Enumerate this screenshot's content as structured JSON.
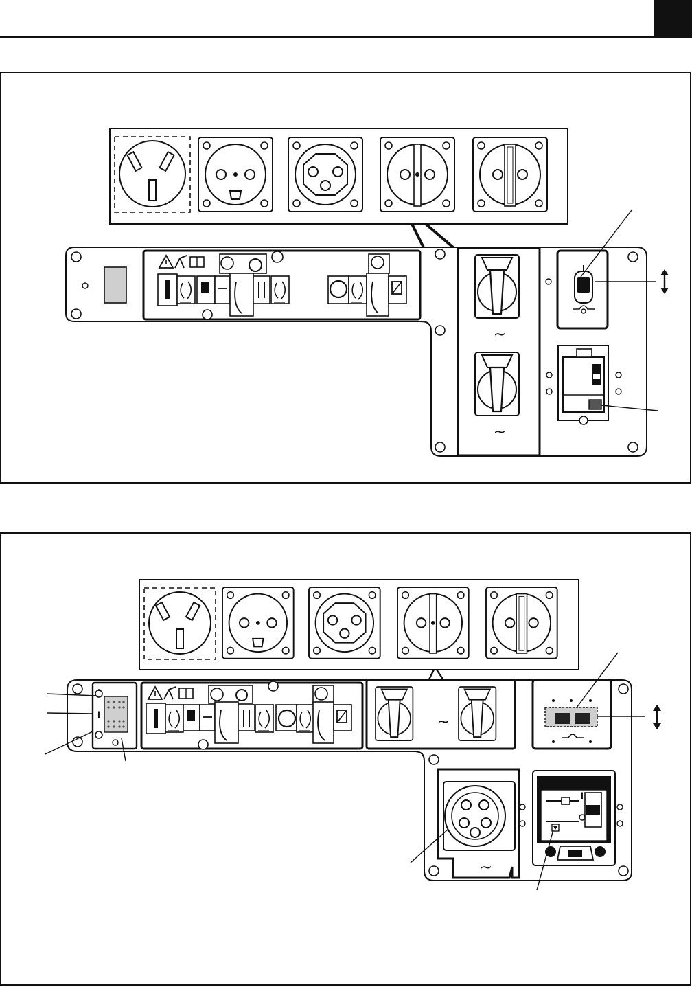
{
  "header": {
    "rule_color": "#111111",
    "tab_color": "#111111"
  },
  "figure_top": {
    "ac_symbols": [
      "~",
      "~"
    ],
    "switch_marks": [
      "I",
      "O"
    ]
  },
  "figure_bottom": {
    "switch_mark": "I",
    "ac_symbols": [
      "~",
      "~"
    ],
    "breaker_mark": "I"
  },
  "colors": {
    "line": "#111111",
    "grey_fill": "#cfcfcf",
    "dark_fill": "#222222"
  }
}
